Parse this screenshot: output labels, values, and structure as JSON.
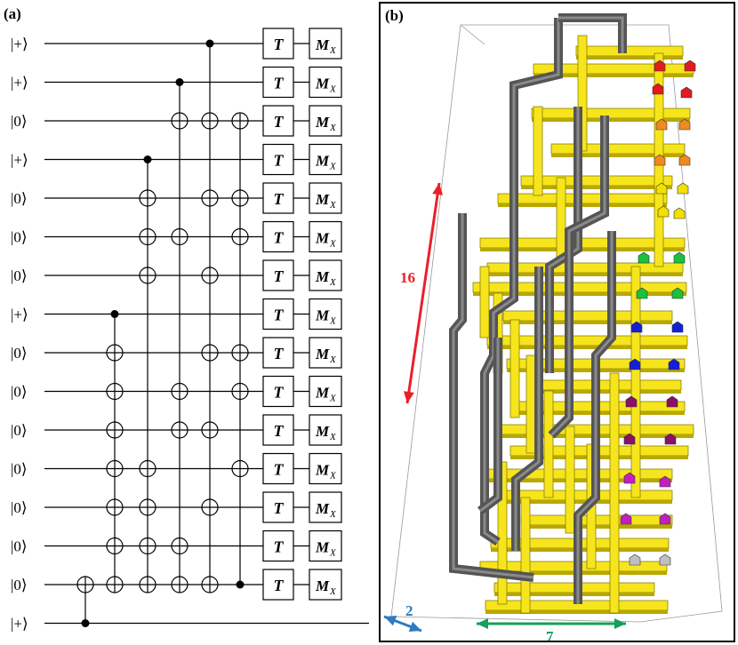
{
  "panels": {
    "a": {
      "label": "(a)",
      "circuit": {
        "rows": [
          {
            "ket": "|+⟩"
          },
          {
            "ket": "|+⟩"
          },
          {
            "ket": "|0⟩"
          },
          {
            "ket": "|+⟩"
          },
          {
            "ket": "|0⟩"
          },
          {
            "ket": "|0⟩"
          },
          {
            "ket": "|0⟩"
          },
          {
            "ket": "|+⟩"
          },
          {
            "ket": "|0⟩"
          },
          {
            "ket": "|0⟩"
          },
          {
            "ket": "|0⟩"
          },
          {
            "ket": "|0⟩"
          },
          {
            "ket": "|0⟩"
          },
          {
            "ket": "|0⟩"
          },
          {
            "ket": "|0⟩"
          },
          {
            "ket": "|+⟩"
          }
        ],
        "gates": {
          "t_gate": "T",
          "measure": "M",
          "measure_sub": "X"
        },
        "cnots": [
          {
            "control": 15,
            "targets": [
              14
            ]
          },
          {
            "control": 7,
            "targets": [
              8,
              9,
              10,
              11,
              12,
              13,
              14
            ]
          },
          {
            "control": 3,
            "targets": [
              4,
              5,
              6,
              11,
              12,
              13,
              14
            ]
          },
          {
            "control": 1,
            "targets": [
              2,
              5,
              9,
              10,
              13,
              14
            ]
          },
          {
            "control": 0,
            "targets": [
              2,
              4,
              6,
              8,
              10,
              12,
              14
            ]
          },
          {
            "control": 14,
            "targets": [
              2,
              4,
              5,
              8,
              9,
              11
            ]
          }
        ]
      }
    },
    "b": {
      "label": "(b)",
      "dimensions": [
        {
          "value": "16",
          "color": "#e8202a"
        },
        {
          "value": "2",
          "color": "#2e7bbf"
        },
        {
          "value": "7",
          "color": "#13a059"
        }
      ],
      "colors": {
        "yellow": "#f6e51c",
        "gray": "#555555",
        "markers": [
          "#e11b1b",
          "#f08a1e",
          "#f2e000",
          "#19c23b",
          "#1420d8",
          "#8a0f66",
          "#c21fbd",
          "#bfbfbf"
        ]
      }
    }
  }
}
